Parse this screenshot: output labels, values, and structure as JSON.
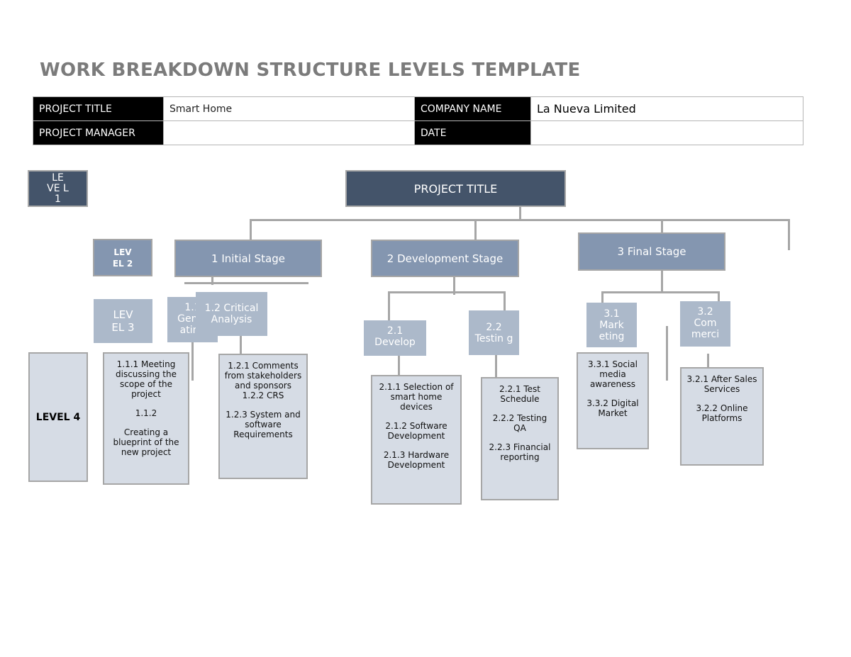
{
  "page_title": "WORK BREAKDOWN STRUCTURE LEVELS TEMPLATE",
  "info": {
    "project_title_label": "PROJECT TITLE",
    "project_title_value": "Smart Home",
    "company_name_label": "COMPANY NAME",
    "company_name_value": "La Nueva Limited",
    "project_manager_label": "PROJECT MANAGER",
    "project_manager_value": "",
    "date_label": "DATE",
    "date_value": ""
  },
  "levels": {
    "level1": "LE VE L 1",
    "level2": "LEV EL 2",
    "level3": "LEV EL 3",
    "level4": "LEVEL 4"
  },
  "root": "PROJECT TITLE",
  "stages": {
    "s1": "1 Initial Stage",
    "s2": "2 Development Stage",
    "s3": "3 Final Stage"
  },
  "subtasks": {
    "t11": "1.1 Gener ating",
    "t12": "1.2 Critical Analysis",
    "t21": "2.1 Develop",
    "t22": "2.2 Testin g",
    "t31": "3.1 Mark eting",
    "t32": "3.2 Com merci"
  },
  "leaves": {
    "l11": [
      "1.1.1 Meeting discussing the scope of the project",
      "1.1.2",
      "Creating a blueprint of the new project"
    ],
    "l12": [
      "1.2.1 Comments from stakeholders and sponsors 1.2.2 CRS",
      "1.2.3 System and software Requirements"
    ],
    "l21": [
      "2.1.1 Selection of smart home devices",
      "2.1.2 Software Development",
      "2.1.3 Hardware Development"
    ],
    "l22": [
      "2.2.1 Test Schedule",
      "2.2.2 Testing QA",
      "2.2.3 Financial reporting"
    ],
    "l31": [
      "3.3.1 Social media awareness",
      "3.3.2 Digital Market"
    ],
    "l32": [
      "3.2.1 After Sales Services",
      "3.2.2 Online Platforms"
    ]
  },
  "colors": {
    "dark_box": "#44546a",
    "mid_box": "#8496b0",
    "light_box": "#acb9ca",
    "pale_box": "#d6dce5",
    "connector": "#a6a6a6",
    "title_text": "#7b7b7b"
  }
}
